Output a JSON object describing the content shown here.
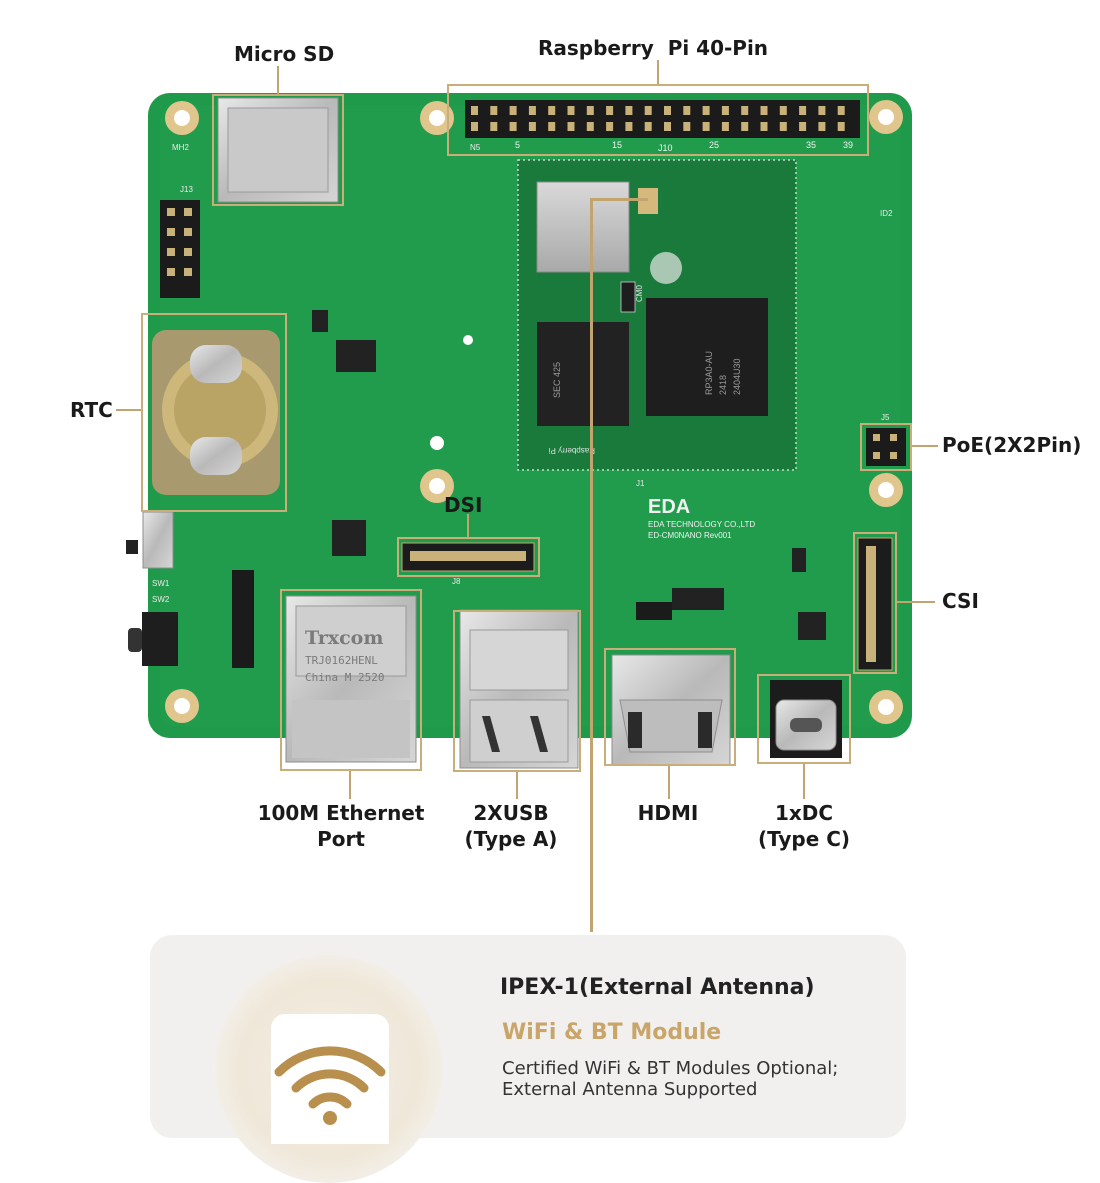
{
  "labels": {
    "micro_sd": "Micro SD",
    "rpi_40pin": "Raspberry  Pi 40-Pin",
    "rtc": "RTC",
    "poe": "PoE(2X2Pin)",
    "dsi": "DSI",
    "csi": "CSI",
    "ethernet_line1": "100M Ethernet",
    "ethernet_line2": "Port",
    "usb_line1": "2XUSB",
    "usb_line2": "(Type A)",
    "hdmi": "HDMI",
    "dc_line1": "1xDC",
    "dc_line2": "(Type C)"
  },
  "board_text": {
    "j10": "J10",
    "pin_numbers": [
      "5",
      "15",
      "25",
      "35",
      "39"
    ],
    "cm0": "CM0",
    "soc": "RP3A0-AU",
    "soc_line2": "2418",
    "soc_line3": "2404U30",
    "ram": "SEC 425",
    "ethernet_jack_brand": "Trxcom",
    "ethernet_jack_model": "TRJ0162HENL",
    "ethernet_jack_origin": "China M 2520",
    "company": "EDA TECHNOLOGY CO.,LTD",
    "board_rev": "ED-CM0NANO Rev001",
    "logo": "EDA",
    "rpi_text": "Raspberry Pi",
    "mh2": "MH2",
    "j13": "J13",
    "j5": "J5",
    "sw1": "SW1",
    "sw2": "SW2",
    "j1": "J1",
    "j8": "J8",
    "id2": "ID2"
  },
  "card": {
    "title": "IPEX-1(External Antenna)",
    "subtitle": "WiFi & BT Module",
    "description": "Certified WiFi & BT Modules Optional; External Antenna Supported",
    "icon": "wifi-icon"
  },
  "colors": {
    "pcb": "#1f9a4a",
    "accent_gold": "#c9a56a",
    "callout_line": "#c2a46e",
    "card_bg": "#f1f0ef"
  }
}
